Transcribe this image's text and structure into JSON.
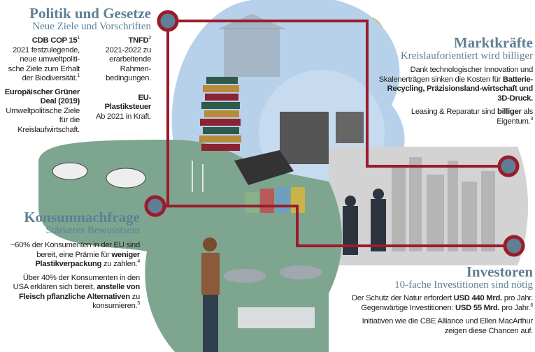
{
  "colors": {
    "heading": "#5f7f95",
    "path": "#9b1c2c",
    "node": "#5f7f95",
    "sky": "#b7d1ea",
    "green": "#7ea58f",
    "city": "#c9c9c9",
    "sun": "#dfae2d"
  },
  "politik": {
    "title": "Politik und Gesetze",
    "subtitle": "Neue Ziele und Vorschriften",
    "items": [
      {
        "head": "CDB COP 15",
        "sup": "1",
        "text": "2021 festzulegende, neue umweltpoliti-sche Ziele zum Erhalt der Biodiversität.",
        "text_sup": "1"
      },
      {
        "head": "TNFD",
        "sup": "2",
        "text": "2021-2022 zu erarbeitende Rahmen-bedingungen.",
        "text_sup": ""
      },
      {
        "head": "Europäischer Grüner Deal (2019)",
        "sup": "",
        "text": "Umweltpolitische Ziele für die Kreislaufwirtschaft.",
        "text_sup": ""
      },
      {
        "head": "EU-Plastiksteuer",
        "sup": "",
        "text": "Ab 2021 in Kraft.",
        "text_sup": ""
      }
    ]
  },
  "markt": {
    "title": "Marktkräfte",
    "subtitle": "Kreislauforientiert wird billiger",
    "p1_a": "Dank technologischer Innovation und Skalenerträgen sinken die Kosten für ",
    "p1_b": "Batterie-Recycling, Präzisionsland-wirtschaft und 3D-Druck.",
    "p2_a": "Leasing & Reparatur sind ",
    "p2_b": "billiger",
    "p2_c": " als Eigentum.",
    "p2_sup": "3"
  },
  "konsum": {
    "title": "Konsumnachfrage",
    "subtitle": "Stärkeres Bewusstsein",
    "p1_a": "~60% der Konsumenten in der EU sind bereit, eine Prämie für ",
    "p1_b": "weniger Plastikverpackung",
    "p1_c": " zu zahlen.",
    "p1_sup": "4",
    "p2_a": "Über 40% der Konsumenten in den USA erklären sich bereit, ",
    "p2_b": "anstelle von Fleisch pflanzliche Alternativen",
    "p2_c": " zu konsumieren.",
    "p2_sup": "5"
  },
  "invest": {
    "title": "Investoren",
    "subtitle": "10-fache Investitionen sind nötig",
    "p1_a": "Der Schutz der Natur erfordert ",
    "p1_b": "USD 440 Mrd.",
    "p1_c": " pro Jahr.",
    "p1_d": "Gegenwärtige Investitionen: ",
    "p1_e": "USD 55 Mrd.",
    "p1_f": " pro Jahr.",
    "p1_sup": "6",
    "p2": "Initiativen wie die CBE Alliance und Ellen MacArthur zeigen diese Chancen auf."
  }
}
